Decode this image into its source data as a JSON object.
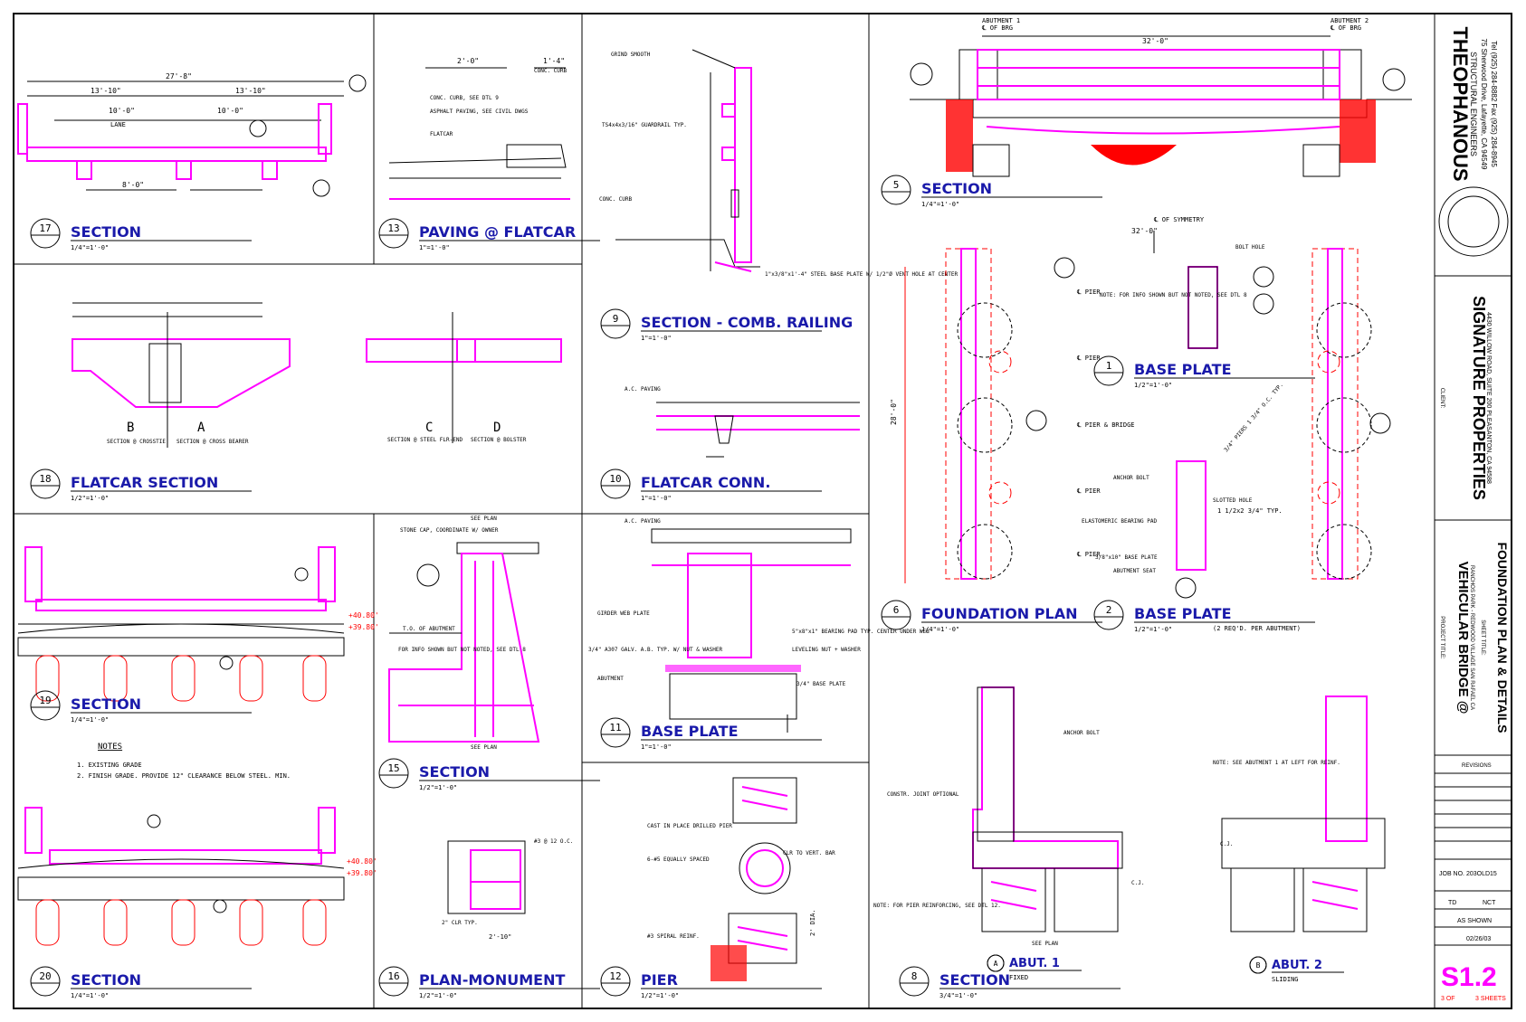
{
  "sheet": {
    "number": "S1.2",
    "of_label": "3 OF",
    "sheets_label": "3 SHEETS",
    "project_title": "VEHICULAR BRIDGE @",
    "project_subtitle": "RANCHOS PARK - REDWOOD VILLAGE SAN RAFAEL CA",
    "sheet_title": "FOUNDATION PLAN & DETAILS",
    "client_name": "SIGNATURE PROPERTIES",
    "client_address": "4430 WILLOW ROAD, SUITE 200 PLEASANTON, CA 94588",
    "firm_name": "THEOPHANOUS",
    "firm_line1": "STRUCTURAL ENGINEERS",
    "firm_line2": "75 Sherwood Drive, Lafayette, CA 94549",
    "firm_line3": "Tel (925) 284-8882  Fax (925) 284-8945",
    "job_number": "JOB NO. 203OLD15",
    "drawn_by": "TD",
    "checked_by": "NCT",
    "scale": "AS SHOWN",
    "date": "02/26/03",
    "revisions_label": "REVISIONS",
    "label_project_title": "PROJECT TITLE:",
    "label_sheet_title": "SHEET TITLE:",
    "label_client": "CLIENT:"
  },
  "details": [
    {
      "num": "17",
      "title": "SECTION",
      "scale": "1/4\"=1'-0\""
    },
    {
      "num": "13",
      "title": "PAVING @ FLATCAR",
      "scale": "1\"=1'-0\""
    },
    {
      "num": "9",
      "title": "SECTION - COMB. RAILING",
      "scale": "1\"=1'-0\""
    },
    {
      "num": "5",
      "title": "SECTION",
      "scale": "1/4\"=1'-0\""
    },
    {
      "num": "18",
      "title": "FLATCAR SECTION",
      "scale": "1/2\"=1'-0\""
    },
    {
      "num": "10",
      "title": "FLATCAR CONN.",
      "scale": "1\"=1'-0\""
    },
    {
      "num": "6",
      "title": "FOUNDATION PLAN",
      "scale": "1/4\"=1'-0\""
    },
    {
      "num": "1",
      "title": "BASE PLATE",
      "scale": "1/2\"=1'-0\""
    },
    {
      "num": "2",
      "title": "BASE PLATE",
      "scale": "1/2\"=1'-0\""
    },
    {
      "num": "19",
      "title": "SECTION",
      "scale": "1/4\"=1'-0\""
    },
    {
      "num": "15",
      "title": "SECTION",
      "scale": "1/2\"=1'-0\""
    },
    {
      "num": "11",
      "title": "BASE PLATE",
      "scale": "1\"=1'-0\""
    },
    {
      "num": "20",
      "title": "SECTION",
      "scale": "1/4\"=1'-0\""
    },
    {
      "num": "16",
      "title": "PLAN-MONUMENT",
      "scale": "1/2\"=1'-0\""
    },
    {
      "num": "12",
      "title": "PIER",
      "scale": "1/2\"=1'-0\""
    },
    {
      "num": "8",
      "title": "SECTION",
      "scale": "3/4\"=1'-0\""
    },
    {
      "num": "A",
      "title": "ABUT. 1",
      "scale": "FIXED"
    },
    {
      "num": "B",
      "title": "ABUT. 2",
      "scale": "SLIDING"
    }
  ],
  "notes": {
    "heading": "NOTES",
    "items": [
      "1.   EXISTING GRADE",
      "2.   FINISH GRADE. PROVIDE 12\" CLEARANCE BELOW STEEL. MIN."
    ]
  },
  "labels": {
    "d17_total": "27'-8\"",
    "d17_left": "13'-10\"",
    "d17_right": "13'-10\"",
    "d17_lane": "LANE",
    "d17_lanew": "10'-0\"",
    "d17_lanew2": "10'-0\"",
    "d17_bays": "8'-0\"",
    "d13_w": "2'-0\"",
    "d13_curb": "CONC. CURB",
    "d13_curbw": "1'-4\"",
    "d13_n1": "CONC. CURB, SEE DTL 9",
    "d13_n2": "ASPHALT PAVING, SEE CIVIL DWGS",
    "d13_n3": "FLATCAR",
    "d9_n1": "GRIND SMOOTH",
    "d9_n2": "TS4x4x3/16\" GUARDRAIL TYP.",
    "d9_n3": "CONC. CURB",
    "d9_n4": "1\"x3/8\"x1'-4\" STEEL BASE PLATE W/ 1/2\"Ø VENT HOLE AT CENTER",
    "d5_abut1": "ABUTMENT 1",
    "d5_abut2": "ABUTMENT 2",
    "d5_cbrg": "℄ OF BRG",
    "d5_span": "32'-0\"",
    "d6_sym": "℄ OF SYMMETRY",
    "d6_span": "32'-0\"",
    "d6_pier": "℄ PIER",
    "d6_pierbridge": "℄ PIER & BRIDGE",
    "d6_note": "NOTE: FOR INFO SHOWN BUT NOT NOTED, SEE DTL 8",
    "d6_boltnote": "3/4\" PIERS 1 3/4\" O.C. TYP.",
    "d6_total": "28'-0\"",
    "d2_anchor": "ANCHOR BOLT",
    "d2_slot": "SLOTTED HOLE",
    "d2_slotsize": "1 1/2x2 3/4\" TYP.",
    "d2_pad": "ELASTOMERIC BEARING PAD",
    "d2_plate": "3/8\"x10\" BASE PLATE",
    "d2_seat": "ABUTMENT SEAT",
    "d2_note": "(2 REQ'D. PER ABUTMENT)",
    "d1_bolthole": "BOLT HOLE",
    "d18_B": "B",
    "d18_A": "A",
    "d18_C": "C",
    "d18_D": "D",
    "d18_secB": "SECTION @ CROSSTIE",
    "d18_secA": "SECTION @ CROSS BEARER",
    "d18_secC": "SECTION @ STEEL FLR-END",
    "d18_secD": "SECTION @ BOLSTER",
    "d19_el1": "+40.80'",
    "d19_el2": "+39.80'",
    "d15_cap": "STONE CAP, COORDINATE W/ OWNER",
    "d15_tod": "T.O. OF ABUTMENT",
    "d15_info": "FOR INFO SHOWN BUT NOT NOTED, SEE DTL 8",
    "d15_seeplan": "SEE PLAN",
    "d11_ac": "A.C. PAVING",
    "d11_web": "GIRDER WEB PLATE",
    "d11_pad": "5\"x8\"x1\" BEARING PAD TYP. CENTER UNDER WEB",
    "d11_nut": "LEVELING NUT + WASHER",
    "d11_bp": "3/4\" BASE PLATE",
    "d11_bolt": "3/4\" A307 GALV. A.B. TYP. W/ NUT & WASHER",
    "d11_abut": "ABUTMENT",
    "d16_bars": "#3 @ 12 O.C.",
    "d16_clr": "2\" CLR TYP.",
    "d16_w": "2'-10\"",
    "d12_n1": "CAST IN PLACE DRILLED PIER",
    "d12_n2": "6-#5 EQUALLY SPACED",
    "d12_n3": "#3 SPIRAL REINF.",
    "d12_clr": "CLR TO VERT. BAR",
    "d12_dia": "2' DIA.",
    "d8_anchor": "ANCHOR BOLT",
    "d8_note": "NOTE: FOR PIER REINFORCING, SEE DTL 12.",
    "d8_joint": "CONSTR. JOINT OPTIONAL",
    "d8_cj": "C.J.",
    "d8_seeplan": "SEE PLAN",
    "d8b_note": "NOTE: SEE ABUTMENT 1 AT LEFT FOR REINF."
  }
}
